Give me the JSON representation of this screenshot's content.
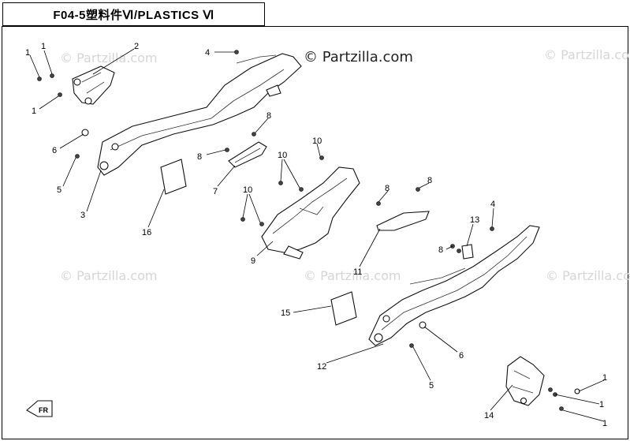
{
  "title": "F04-5塑料件Ⅵ/PLASTICS Ⅵ",
  "watermark_main": "© Partzilla.com",
  "watermark_faint": "© Partzilla.com",
  "front_badge": "FR",
  "callouts": [
    "1",
    "1",
    "1",
    "2",
    "3",
    "4",
    "5",
    "6",
    "7",
    "8",
    "8",
    "8",
    "8",
    "10",
    "10",
    "10",
    "9",
    "11",
    "12",
    "5",
    "6",
    "13",
    "4",
    "15",
    "16",
    "14",
    "1",
    "1",
    "1"
  ]
}
